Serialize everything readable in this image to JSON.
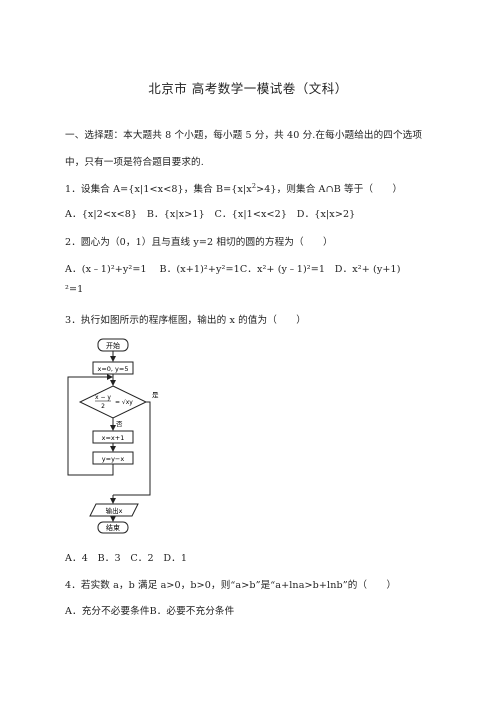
{
  "title": "北京市 高考数学一模试卷（文科）",
  "section1": "一、选择题：本大题共 8 个小题，每小题 5 分，共 40 分.在每小题给出的四个选项",
  "section1b": "中，只有一项是符合题目要求的.",
  "q1": {
    "stem_a": "1．设集合 A={x|1<x<8}，集合 B={x|x",
    "stem_sup": "2",
    "stem_b": ">4}，则集合 A∩B 等于（　　）",
    "opts": "A．{x|2<x<8}　B．{x|x>1}　C．{x|1<x<2}　D．{x|x>2}"
  },
  "q2": {
    "stem": "2．圆心为（0，1）且与直线 y=2 相切的圆的方程为（　　）",
    "opt_line1": "A．(x﹣1)²+y²=1　 B．(x+1)²+y²=1C．x²+ (y﹣1)²=1　D．x²+ (y+1)",
    "opt_line2": "²=1"
  },
  "q3": {
    "stem": "3．执行如图所示的程序框图，输出的 x 的值为（　　）",
    "flow": {
      "start": "开始",
      "init": "x=0, y=5",
      "cond_top": "x − y",
      "cond_bottom": "2",
      "cond_right": "= √xy",
      "yes": "否",
      "no": "是",
      "step1": "x=x+1",
      "step2": "y=y−x",
      "output": "输出x",
      "end": "结束"
    },
    "opts": "A．4　B．3　C．2　D．1"
  },
  "q4": {
    "stem": "4．若实数 a，b 满足 a>0，b>0，则“a>b”是“a+lna>b+lnb”的（　　）",
    "opt": "A．充分不必要条件B．必要不充分条件"
  }
}
